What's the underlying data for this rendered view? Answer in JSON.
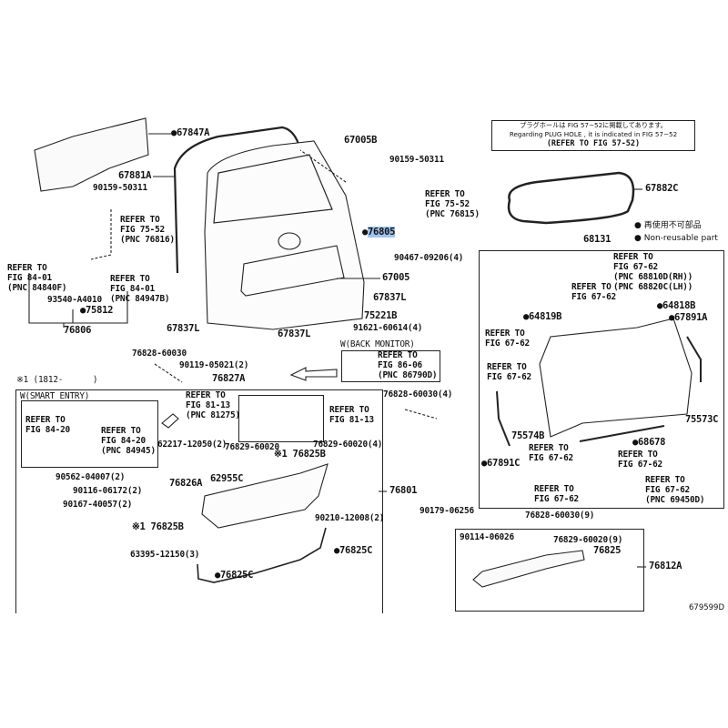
{
  "note": {
    "jp": "プラグホールは FIG 57−52に掲載してあります。",
    "en": "Regarding PLUG HOLE , it is indicated in FIG 57−52",
    "ref": "(REFER TO FIG 57-52)"
  },
  "legend": {
    "jp": "● 再使用不可部品",
    "en": "● Non-reusable part"
  },
  "figure_id": "679599D",
  "highlighted": "76805",
  "labels": {
    "p67847A": "●67847A",
    "p67005B": "67005B",
    "p90159a": "90159-50311",
    "p67881A": "67881A",
    "p90159b": "90159-50311",
    "ref7552a": "REFER TO\nFIG 75-52\n(PNC 76815)",
    "p67882C": "67882C",
    "ref7552b": "REFER TO\nFIG 75-52\n(PNC 76816)",
    "p76805dot": "●",
    "p68131": "68131",
    "p90467": "90467-09206(4)",
    "ref8401a": "REFER TO\nFIG 84-01\n(PNC 84840F)",
    "ref8401b": "REFER TO\nFIG 84-01\n(PNC 84947B)",
    "p67005": "67005",
    "p93540": "93540-A4010",
    "p75812": "●75812",
    "p67837La": "67837L",
    "p76806": "76806",
    "p67837Lb": "67837L",
    "p67837Lc": "67837L",
    "p75221B": "75221B",
    "p91621": "91621-60614(4)",
    "wback": "W(BACK MONITOR)",
    "ref6762a": "REFER TO\nFIG 67-62\n(PNC 68810D(RH))\n(PNC 68820C(LH))",
    "ref6762b": "REFER TO\nFIG 67-62",
    "p64818B": "●64818B",
    "p64819B": "●64819B",
    "p67891A": "●67891A",
    "ref6762c": "REFER TO\nFIG 67-62",
    "ref6762d": "REFER TO\nFIG 67-62",
    "p75573C": "75573C",
    "p75574B": "75574B",
    "p68678": "●68678",
    "p67891C": "●67891C",
    "ref6762e": "REFER TO\nFIG 67-62",
    "ref6762f": "REFER TO\nFIG 67-62",
    "ref6762g": "REFER TO\nFIG 67-62",
    "ref6762h": "REFER TO\nFIG 67-62\n(PNC 69450D)",
    "p76828a": "76828-60030",
    "p90119": "90119-05021(2)",
    "p76827A": "76827A",
    "ref8606": "REFER TO\nFIG 86-06\n(PNC 86790D)",
    "note1": "※1 (1812-      )",
    "wsmart": "W(SMART ENTRY)",
    "p76828b": "76828-60030(4)",
    "ref8113a": "REFER TO\nFIG 81-13\n(PNC 81275)",
    "ref8113b": "REFER TO\nFIG 81-13",
    "ref8420a": "REFER TO\nFIG 84-20",
    "ref8420b": "REFER TO\nFIG 84-20\n(PNC 84945)",
    "p62217": "62217-12050(2)",
    "p76829a": "76829-60020",
    "p76829b": "76829-60020(4)",
    "p76825Ba": "※1 76825B",
    "p76801": "76801",
    "p90562": "90562-04007(2)",
    "p76826A": "76826A",
    "p62955C": "62955C",
    "p90116": "90116-06172(2)",
    "p90167": "90167-40057(2)",
    "p76825Bb": "※1 76825B",
    "p90210": "90210-12008(2)",
    "p63395": "63395-12150(3)",
    "p76825Ca": "●76825C",
    "p76825Cb": "●76825C",
    "p90179": "90179-06256",
    "p76828c": "76828-60030(9)",
    "p90114": "90114-06026",
    "p76829c": "76829-60020(9)",
    "p76825": "76825",
    "p76812A": "76812A"
  }
}
